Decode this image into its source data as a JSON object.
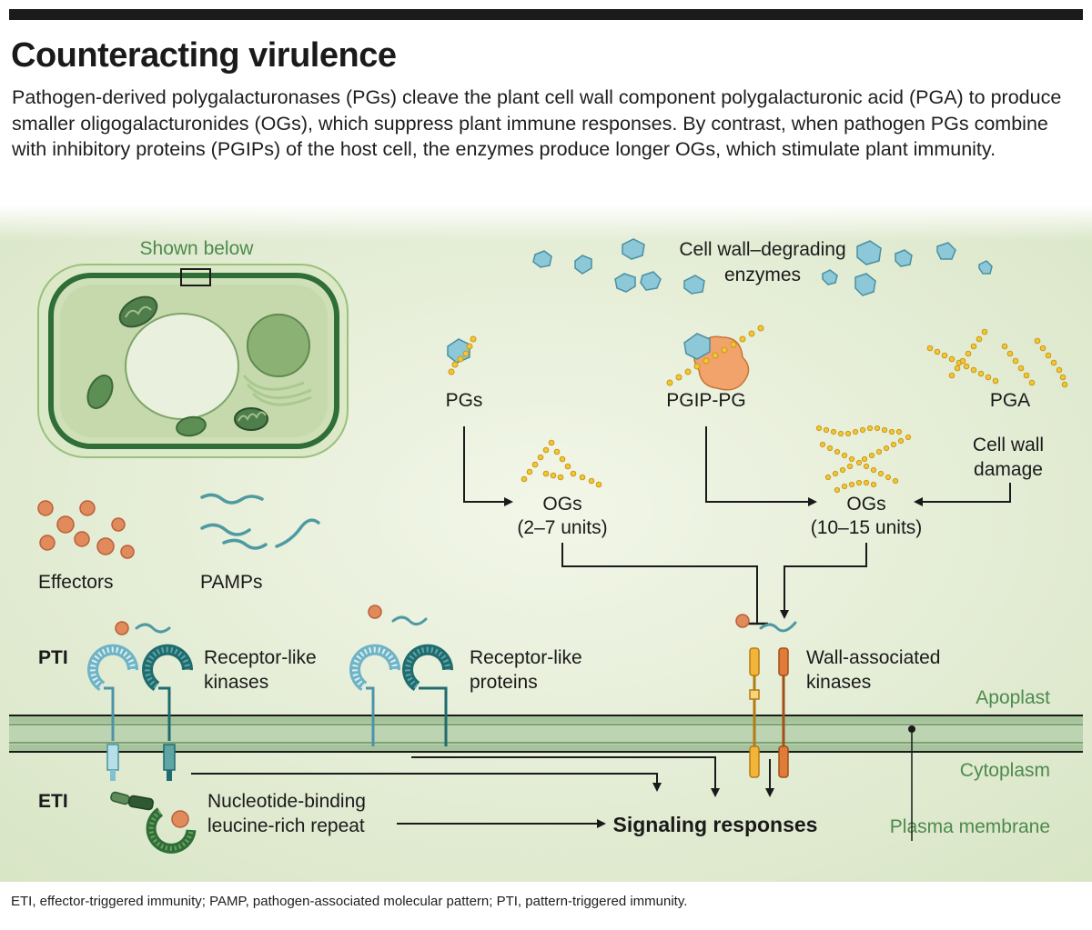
{
  "header": {
    "title": "Counteracting virulence",
    "subtitle": "Pathogen-derived polygalacturonases (PGs) cleave the plant cell wall component polygalacturonic acid (PGA) to produce smaller oligogalacturonides (OGs), which suppress plant immune responses. By contrast, when pathogen PGs combine with inhibitory proteins (PGIPs) of the host cell, the enzymes produce longer OGs, which stimulate plant immunity."
  },
  "labels": {
    "shown_below": "Shown below",
    "cwde_line1": "Cell wall–degrading",
    "cwde_line2": "enzymes",
    "pgs": "PGs",
    "pgip_pg": "PGIP-PG",
    "pga": "PGA",
    "cell_wall_damage_line1": "Cell wall",
    "cell_wall_damage_line2": "damage",
    "ogs_short_line1": "OGs",
    "ogs_short_line2": "(2–7 units)",
    "ogs_long_line1": "OGs",
    "ogs_long_line2": "(10–15 units)",
    "effectors": "Effectors",
    "pamps": "PAMPs",
    "pti": "PTI",
    "eti": "ETI",
    "rlk_line1": "Receptor-like",
    "rlk_line2": "kinases",
    "rlp_line1": "Receptor-like",
    "rlp_line2": "proteins",
    "wak_line1": "Wall-associated",
    "wak_line2": "kinases",
    "apoplast": "Apoplast",
    "cytoplasm": "Cytoplasm",
    "plasma_membrane": "Plasma membrane",
    "nlr_line1": "Nucleotide-binding",
    "nlr_line2": "leucine-rich repeat",
    "signaling": "Signaling responses"
  },
  "footnote": "ETI, effector-triggered immunity; PAMP, pathogen-associated molecular pattern; PTI, pattern-triggered immunity.",
  "colors": {
    "background_green": "#dfe9cf",
    "cell_wall": "#9bc07c",
    "organelle": "#5f8a5a",
    "enzyme_blue": "#8cc8d8",
    "effector_orange": "#e18a5c",
    "pamp_teal": "#4f9aa2",
    "og_yellow": "#f2c53a",
    "pgip_orange": "#f2a36b",
    "label_green": "#4e8a4e",
    "membrane": "#93b48a"
  }
}
